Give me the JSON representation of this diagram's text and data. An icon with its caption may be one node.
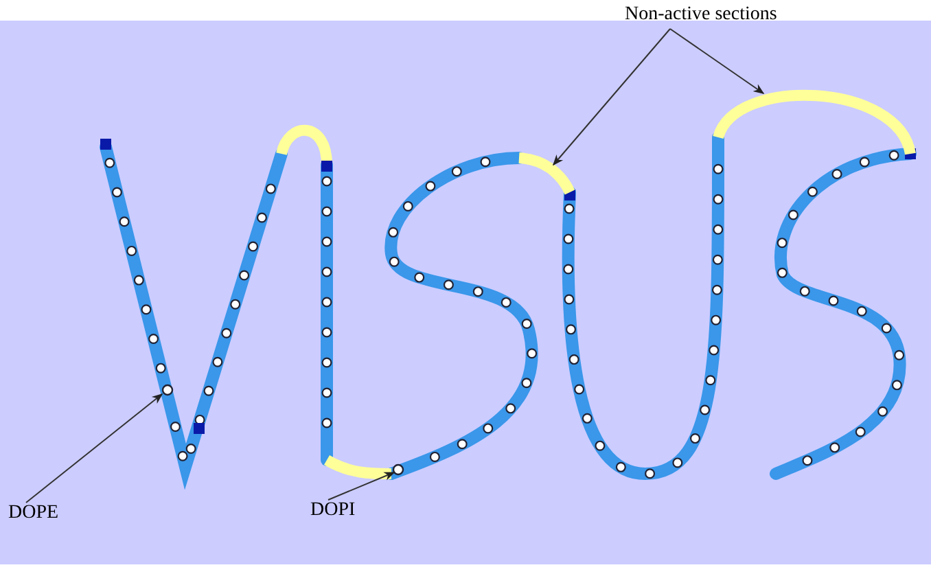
{
  "diagram": {
    "nodes": [
      {
        "text": [
          "Non-active sections"
        ]
      },
      {
        "text": [
          "DOPE"
        ]
      },
      {
        "text": [
          "DOPI"
        ]
      },
      {
        "text": [],
        "shape": "bar"
      },
      {
        "text": [],
        "shape": "bar"
      },
      {
        "text": [],
        "shape": "circle"
      },
      {
        "text": [],
        "shape": "circle"
      }
    ],
    "edges": [
      {
        "from": 0,
        "to": 3,
        "arrow": "to"
      },
      {
        "from": 0,
        "to": 4,
        "arrow": "to"
      },
      {
        "from": 1,
        "to": 5,
        "arrow": "to"
      },
      {
        "from": 2,
        "to": 6,
        "arrow": "to"
      }
    ]
  }
}
